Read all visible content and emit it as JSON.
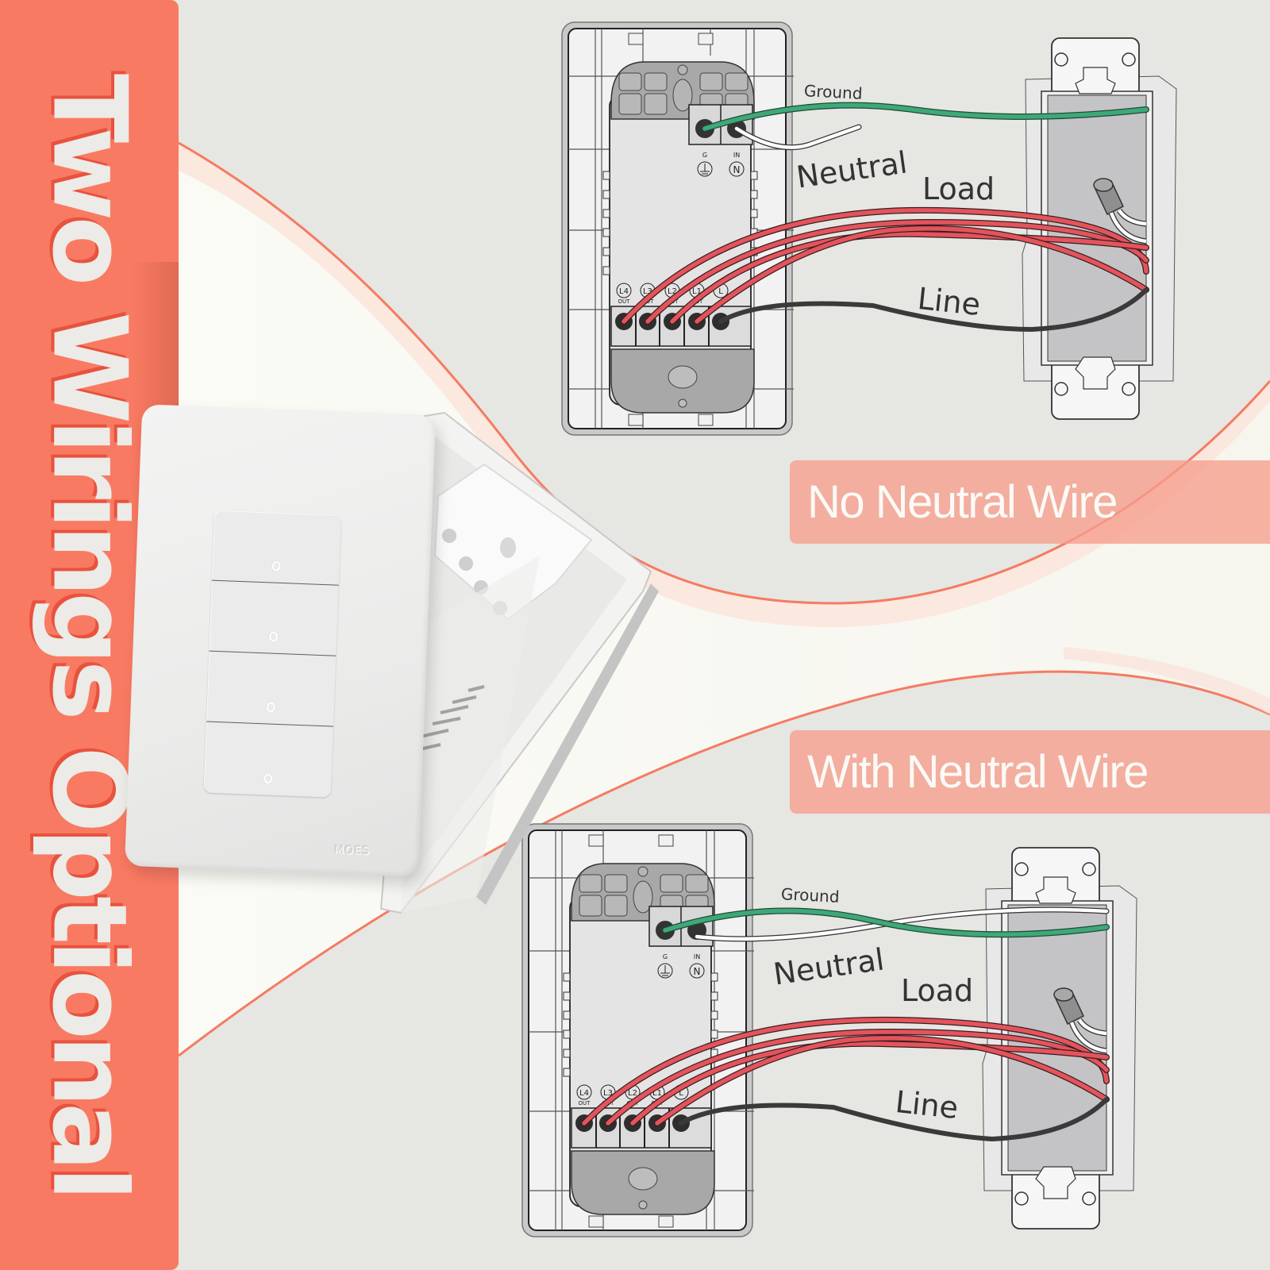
{
  "title": "Two Wirings Optional",
  "colors": {
    "accent": "#f97a62",
    "accent_shadow": "#e8523e",
    "label_bg": "#f4a898",
    "ground_wire": "#3fa878",
    "neutral_wire": "#ffffff",
    "load_wire": "#e3545c",
    "line_wire": "#3a3a3a",
    "wall": "#e6e6e2"
  },
  "product": {
    "brand": "MOES",
    "button_count": 4,
    "buttons": [
      {
        "id": "button-1",
        "indicator": "o"
      },
      {
        "id": "button-2",
        "indicator": "o"
      },
      {
        "id": "button-3",
        "indicator": "o"
      },
      {
        "id": "button-4",
        "indicator": "o"
      }
    ]
  },
  "diagrams": [
    {
      "id": "no-neutral",
      "heading": "No Neutral Wire",
      "wire_labels": {
        "ground": "Ground",
        "neutral": "Neutral",
        "load": "Load",
        "line": "Line"
      },
      "neutral_connected_to_box": false,
      "terminals_top": [
        {
          "symbol": "G",
          "label": "⏚"
        },
        {
          "symbol": "IN",
          "label": "N"
        }
      ],
      "terminals_bottom": [
        {
          "label": "L4",
          "sub": "OUT"
        },
        {
          "label": "L3",
          "sub": "OUT"
        },
        {
          "label": "L2",
          "sub": "OUT"
        },
        {
          "label": "L1",
          "sub": "OUT"
        },
        {
          "label": "L",
          "sub": ""
        }
      ]
    },
    {
      "id": "with-neutral",
      "heading": "With Neutral Wire",
      "wire_labels": {
        "ground": "Ground",
        "neutral": "Neutral",
        "load": "Load",
        "line": "Line"
      },
      "neutral_connected_to_box": true,
      "terminals_top": [
        {
          "symbol": "G",
          "label": "⏚"
        },
        {
          "symbol": "IN",
          "label": "N"
        }
      ],
      "terminals_bottom": [
        {
          "label": "L4",
          "sub": "OUT"
        },
        {
          "label": "L3",
          "sub": "OUT"
        },
        {
          "label": "L2",
          "sub": "OUT"
        },
        {
          "label": "L1",
          "sub": "OUT"
        },
        {
          "label": "L",
          "sub": ""
        }
      ]
    }
  ]
}
